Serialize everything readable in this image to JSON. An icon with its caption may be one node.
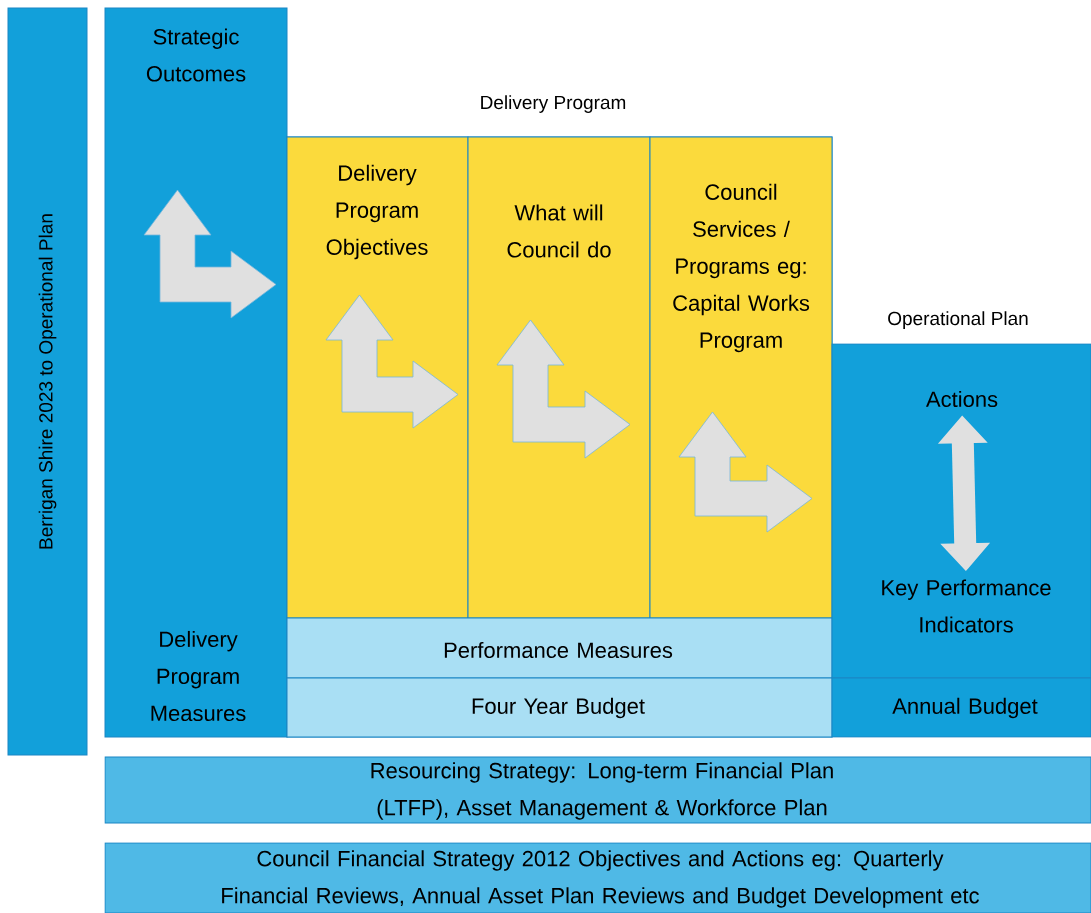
{
  "diagram": {
    "nodes": [
      {
        "text": [
          "Berrigan Shire 2023 to Operational Plan"
        ]
      },
      {
        "text": [
          "Strategic Outcomes",
          "Delivery Program Measures"
        ]
      },
      {
        "text": [
          "Delivery Program"
        ]
      },
      {
        "text": [
          "Delivery Program Objectives"
        ],
        "in": 2
      },
      {
        "text": [
          "What will Council do"
        ],
        "in": 2
      },
      {
        "text": [
          "Council Services / Programs eg: Capital Works Program"
        ],
        "in": 2
      },
      {
        "text": [
          "Performance Measures"
        ],
        "in": 2
      },
      {
        "text": [
          "Four Year Budget"
        ],
        "in": 2
      },
      {
        "text": [
          "Operational Plan"
        ]
      },
      {
        "text": [
          "Actions"
        ],
        "in": 8
      },
      {
        "text": [
          "Key Performance Indicators"
        ],
        "in": 8
      },
      {
        "text": [
          "Annual Budget"
        ]
      },
      {
        "text": [
          "Resourcing Strategy: Long-term Financial Plan (LTFP), Asset Management & Workforce Plan"
        ]
      },
      {
        "text": [
          "Council Financial Strategy 2012 Objectives and Actions eg: Quarterly Financial Reviews, Annual Asset Plan Reviews and Budget Development etc"
        ]
      }
    ],
    "edges": [
      {
        "from": 9,
        "to": 10,
        "arrow": "both"
      }
    ]
  }
}
